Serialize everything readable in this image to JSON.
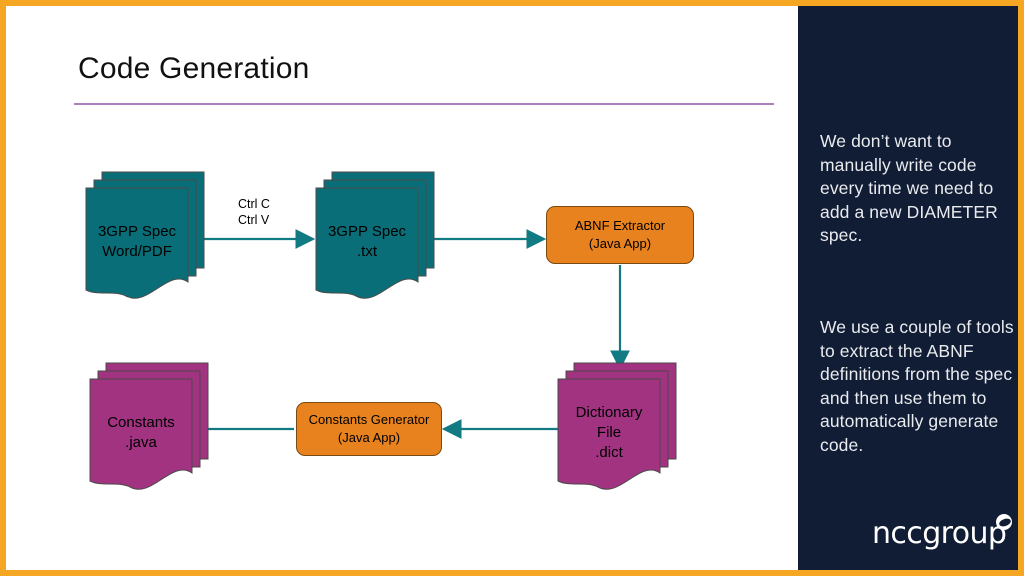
{
  "slide": {
    "title": "Code Generation",
    "border_color": "#F5A623",
    "title_rule_color": "#B07DBE",
    "background": "#FFFFFF"
  },
  "palette": {
    "teal": "#0A6E78",
    "teal_stack": "#0A6E78",
    "magenta": "#A13380",
    "orange": "#E8821E",
    "navy": "#111D35",
    "connector": "#117A82"
  },
  "sidebar": {
    "background": "#111D35",
    "notes": [
      "We don’t want to manually write code every time we need to add a new DIAMETER spec.",
      "We use a couple of tools to extract the ABNF definitions from the spec and then use them to automatically generate code."
    ],
    "logo": {
      "text": "nccgroup",
      "mark": "swoosh-dot"
    }
  },
  "diagram": {
    "nodes": [
      {
        "id": "spec-word-pdf",
        "shape": "multi-document",
        "color": "#0A6E78",
        "lines": [
          "3GPP Spec",
          "Word/PDF"
        ]
      },
      {
        "id": "spec-txt",
        "shape": "multi-document",
        "color": "#0A6E78",
        "lines": [
          "3GPP Spec",
          ".txt"
        ]
      },
      {
        "id": "abnf-extractor",
        "shape": "rounded-process",
        "color": "#E8821E",
        "lines": [
          "ABNF Extractor",
          "(Java App)"
        ]
      },
      {
        "id": "dictionary-file",
        "shape": "multi-document",
        "color": "#A13380",
        "lines": [
          "Dictionary",
          "File",
          ".dict"
        ]
      },
      {
        "id": "constants-generator",
        "shape": "rounded-process",
        "color": "#E8821E",
        "lines": [
          "Constants Generator",
          "(Java App)"
        ]
      },
      {
        "id": "constants-java",
        "shape": "multi-document",
        "color": "#A13380",
        "lines": [
          "Constants",
          ".java"
        ]
      }
    ],
    "edges": [
      {
        "id": "edge-copy-paste",
        "from": "spec-word-pdf",
        "to": "spec-txt",
        "label_lines": [
          "Ctrl C",
          "Ctrl V"
        ]
      },
      {
        "id": "edge-txt-to-extractor",
        "from": "spec-txt",
        "to": "abnf-extractor",
        "label_lines": []
      },
      {
        "id": "edge-extractor-to-dict",
        "from": "abnf-extractor",
        "to": "dictionary-file",
        "label_lines": []
      },
      {
        "id": "edge-dict-to-generator",
        "from": "dictionary-file",
        "to": "constants-generator",
        "label_lines": []
      },
      {
        "id": "edge-generator-to-constants",
        "from": "constants-generator",
        "to": "constants-java",
        "label_lines": []
      }
    ]
  }
}
